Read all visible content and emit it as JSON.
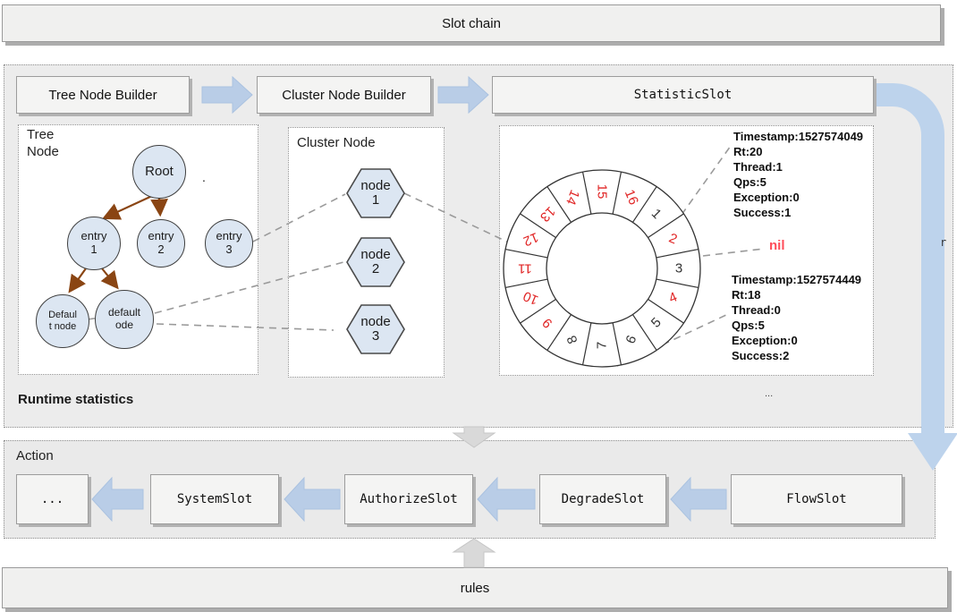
{
  "banner_top": {
    "label": "Slot chain"
  },
  "builder_row": {
    "tree_builder": "Tree Node Builder",
    "cluster_builder": "Cluster Node Builder",
    "statistic_slot": "StatisticSlot"
  },
  "tree_panel": {
    "title": "Tree\nNode",
    "root": "Root",
    "entry1": "entry\n1",
    "entry2": "entry\n2",
    "entry3": "entry\n3",
    "default_node": "Defaul\nt node",
    "default_ode": "default\node",
    "dot": "."
  },
  "cluster_panel": {
    "title": "Cluster Node",
    "nodes": [
      "node\n1",
      "node\n2",
      "node\n3"
    ]
  },
  "statistic_panel": {
    "ring": {
      "segments": [
        {
          "n": 1,
          "red": false
        },
        {
          "n": 2,
          "red": true
        },
        {
          "n": 3,
          "red": false
        },
        {
          "n": 4,
          "red": true
        },
        {
          "n": 5,
          "red": false
        },
        {
          "n": 6,
          "red": false
        },
        {
          "n": 7,
          "red": false
        },
        {
          "n": 8,
          "red": false
        },
        {
          "n": 9,
          "red": true
        },
        {
          "n": 10,
          "red": true
        },
        {
          "n": 11,
          "red": true
        },
        {
          "n": 12,
          "red": true
        },
        {
          "n": 13,
          "red": true
        },
        {
          "n": 14,
          "red": true
        },
        {
          "n": 15,
          "red": true
        },
        {
          "n": 16,
          "red": true
        }
      ]
    },
    "bucket1_lines": [
      "Timestamp:1527574049",
      "Rt:20",
      "Thread:1",
      "Qps:5",
      "Exception:0",
      "Success:1"
    ],
    "nil_label": "nil",
    "bucket2_lines": [
      "Timestamp:1527574449",
      "Rt:18",
      "Thread:0",
      "Qps:5",
      "Exception:0",
      "Success:2"
    ],
    "ellipsis": "...",
    "r_label": "r"
  },
  "runtime_label": "Runtime statistics",
  "action_panel": {
    "title": "Action",
    "slots": [
      "...",
      "SystemSlot",
      "AuthorizeSlot",
      "DegradeSlot",
      "FlowSlot"
    ]
  },
  "banner_bottom": {
    "label": "rules"
  },
  "colors": {
    "node_fill": "#dce6f2",
    "blue_arrow": "#b9cde7",
    "gray_arrow": "#d9d9d9",
    "brown_arrow": "#8a4513",
    "ring_red": "#e02424",
    "ring_black": "#333333",
    "nil_red": "#ff4d5a"
  }
}
